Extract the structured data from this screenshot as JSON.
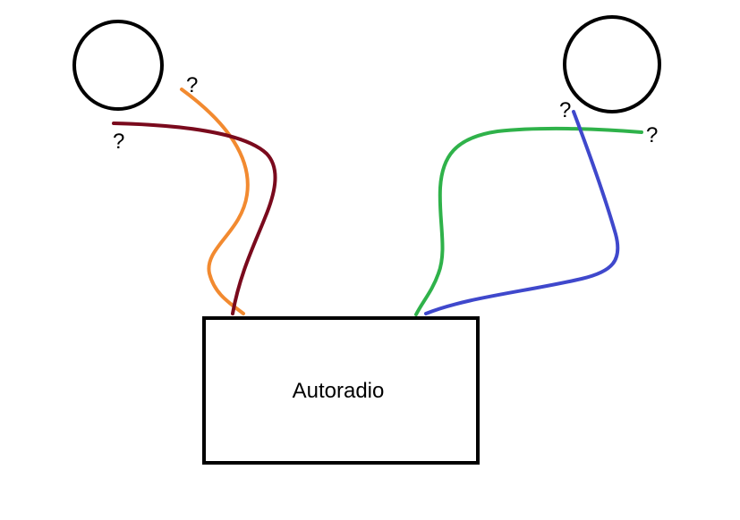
{
  "box": {
    "label": "Autoradio"
  },
  "speakers": [
    {
      "name": "left-speaker"
    },
    {
      "name": "right-speaker"
    }
  ],
  "wires": [
    {
      "color": "#f28a30",
      "name": "orange-wire"
    },
    {
      "color": "#7a0a1d",
      "name": "dark-red-wire"
    },
    {
      "color": "#2fb24a",
      "name": "green-wire"
    },
    {
      "color": "#3f48cc",
      "name": "blue-wire"
    }
  ],
  "question_marks": {
    "orange_end": "?",
    "dark_red_end": "?",
    "blue_end": "?",
    "green_end": "?"
  }
}
